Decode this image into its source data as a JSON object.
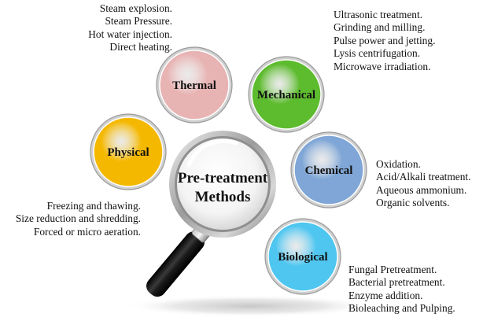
{
  "center": {
    "line1": "Pre-treatment",
    "line2": "Methods"
  },
  "categories": [
    {
      "id": "thermal",
      "label": "Thermal",
      "color": "#E8B3B3",
      "items": [
        "Steam explosion.",
        "Steam Pressure.",
        "Hot water injection.",
        "Direct heating."
      ]
    },
    {
      "id": "mechanical",
      "label": "Mechanical",
      "color": "#5DBB2E",
      "items": [
        "Ultrasonic treatment.",
        "Grinding and milling.",
        "Pulse power and jetting.",
        "Lysis centrifugation.",
        "Microwave irradiation."
      ]
    },
    {
      "id": "physical",
      "label": "Physical",
      "color": "#F5B800",
      "items": [
        "Freezing and thawing.",
        "Size reduction and shredding.",
        "Forced or micro aeration."
      ]
    },
    {
      "id": "chemical",
      "label": "Chemical",
      "color": "#7FA6D6",
      "items": [
        "Oxidation.",
        "Acid/Alkali treatment.",
        "Aqueous ammonium.",
        "Organic solvents."
      ]
    },
    {
      "id": "biological",
      "label": "Biological",
      "color": "#4FC6F0",
      "items": [
        "Fungal Pretreatment.",
        "Bacterial pretreatment.",
        "Enzyme addition.",
        "Bioleaching and Pulping."
      ]
    }
  ]
}
